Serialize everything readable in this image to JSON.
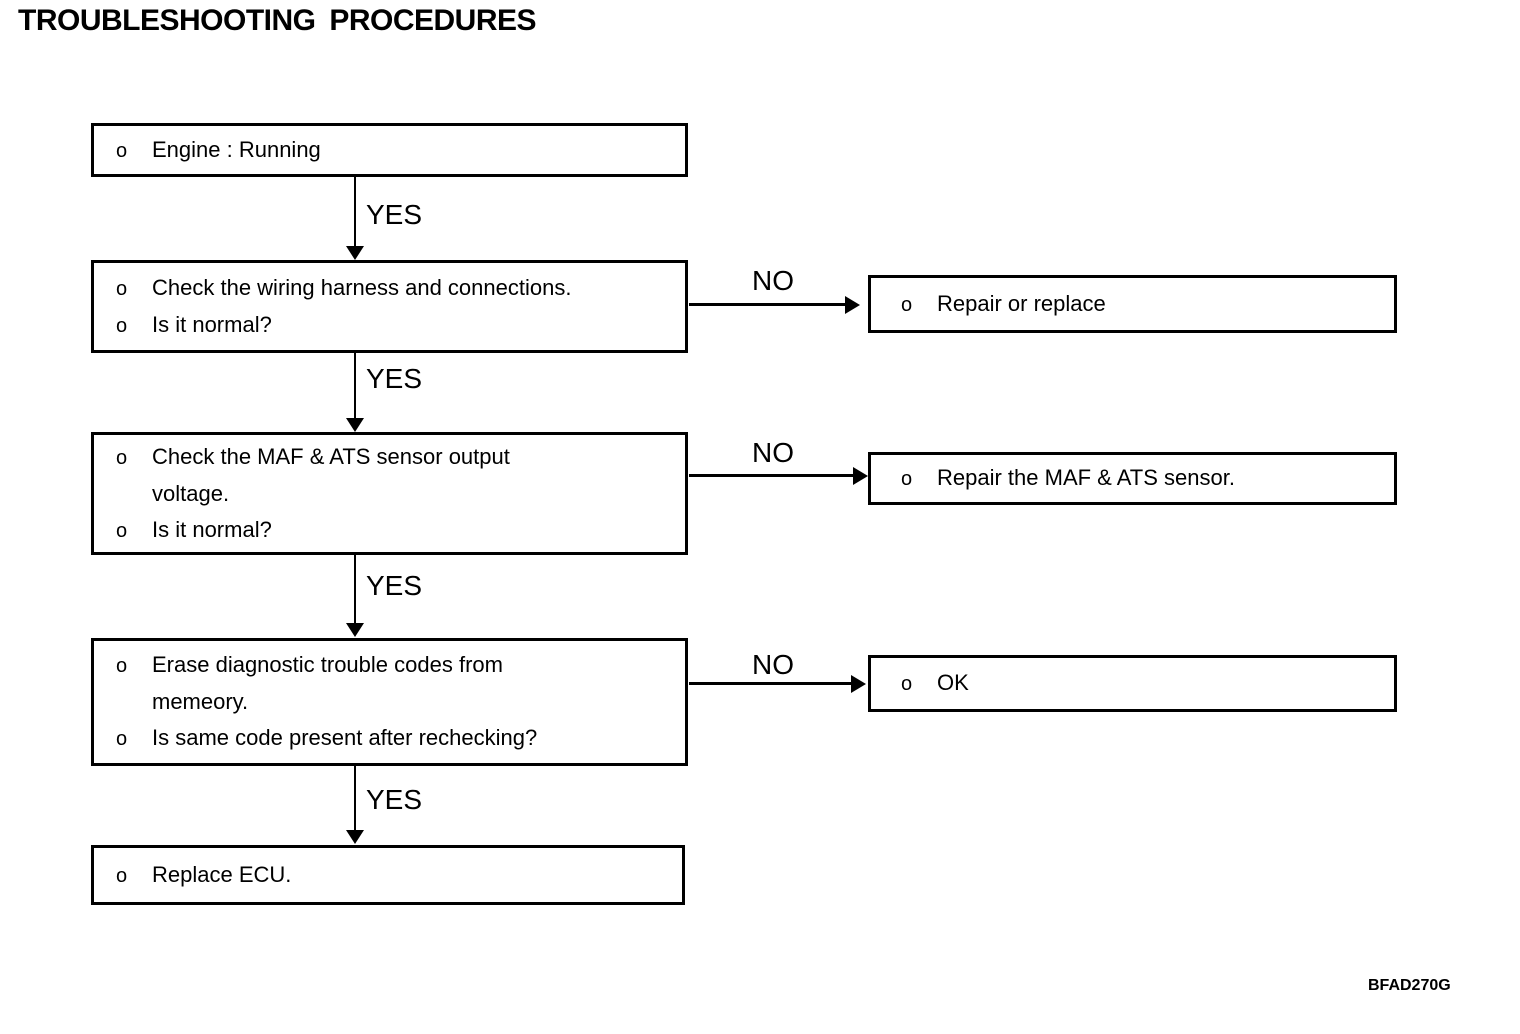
{
  "title": "TROUBLESHOOTING PROCEDURES",
  "figure_code": "BFAD270G",
  "labels": {
    "yes": "YES",
    "no": "NO"
  },
  "colors": {
    "ink": "#000000",
    "background": "#ffffff"
  },
  "steps": [
    {
      "name": "engine-running",
      "lines": [
        {
          "bullet": "o",
          "text": "Engine : Running"
        }
      ]
    },
    {
      "name": "check-wiring-harness",
      "lines": [
        {
          "bullet": "o",
          "text": "Check the wiring harness and connections."
        },
        {
          "bullet": "o",
          "text": "Is it normal?"
        }
      ]
    },
    {
      "name": "check-maf-ats-output",
      "lines": [
        {
          "bullet": "o",
          "text": "Check the MAF & ATS sensor output"
        },
        {
          "bullet": "",
          "text": "voltage."
        },
        {
          "bullet": "o",
          "text": "Is it normal?"
        }
      ]
    },
    {
      "name": "erase-diagnostic-codes",
      "lines": [
        {
          "bullet": "o",
          "text": "Erase diagnostic trouble codes from"
        },
        {
          "bullet": "",
          "text": "memeory."
        },
        {
          "bullet": "o",
          "text": "Is same code present after rechecking?"
        }
      ]
    },
    {
      "name": "replace-ecu",
      "lines": [
        {
          "bullet": "o",
          "text": "Replace ECU."
        }
      ]
    }
  ],
  "results": [
    {
      "name": "repair-or-replace",
      "lines": [
        {
          "bullet": "o",
          "text": "Repair or replace"
        }
      ]
    },
    {
      "name": "repair-maf-ats-sensor",
      "lines": [
        {
          "bullet": "o",
          "text": "Repair the MAF & ATS sensor."
        }
      ]
    },
    {
      "name": "ok",
      "lines": [
        {
          "bullet": "o",
          "text": "OK"
        }
      ]
    }
  ]
}
